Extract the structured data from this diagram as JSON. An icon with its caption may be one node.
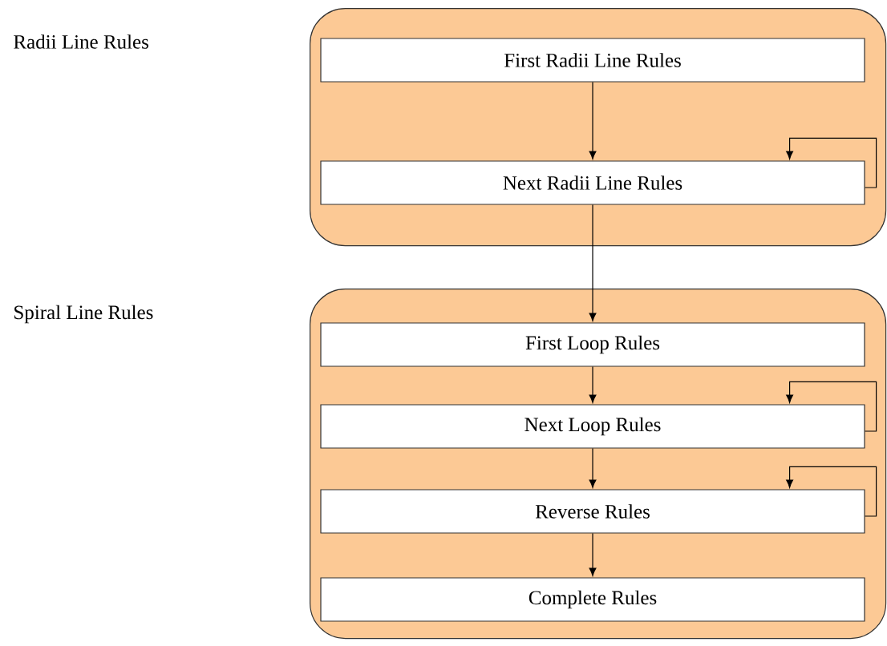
{
  "diagram": {
    "nodes": [
      {
        "text": [],
        "shape": "box"
      },
      {
        "text": [
          "First Radii Line Rules"
        ],
        "in": 0
      },
      {
        "text": [
          "Next Radii Line Rules"
        ],
        "in": 0
      },
      {
        "text": [],
        "shape": "box"
      },
      {
        "text": [
          "First Loop Rules"
        ],
        "in": 3
      },
      {
        "text": [
          "Next Loop Rules"
        ],
        "in": 3
      },
      {
        "text": [
          "Reverse Rules"
        ],
        "in": 3
      },
      {
        "text": [
          "Complete Rules"
        ],
        "in": 3
      }
    ],
    "edges": [
      {
        "from": 1,
        "to": 2,
        "arrow": "to"
      },
      {
        "from": 2,
        "to": 2,
        "arrow": "to"
      },
      {
        "from": 2,
        "to": 4,
        "arrow": "to"
      },
      {
        "from": 4,
        "to": 5,
        "arrow": "to"
      },
      {
        "from": 5,
        "to": 5,
        "arrow": "to"
      },
      {
        "from": 5,
        "to": 6,
        "arrow": "to"
      },
      {
        "from": 6,
        "to": 6,
        "arrow": "to"
      },
      {
        "from": 6,
        "to": 7,
        "arrow": "to"
      }
    ],
    "labels": [
      "Radii Line Rules",
      "Spiral Line Rules"
    ]
  }
}
